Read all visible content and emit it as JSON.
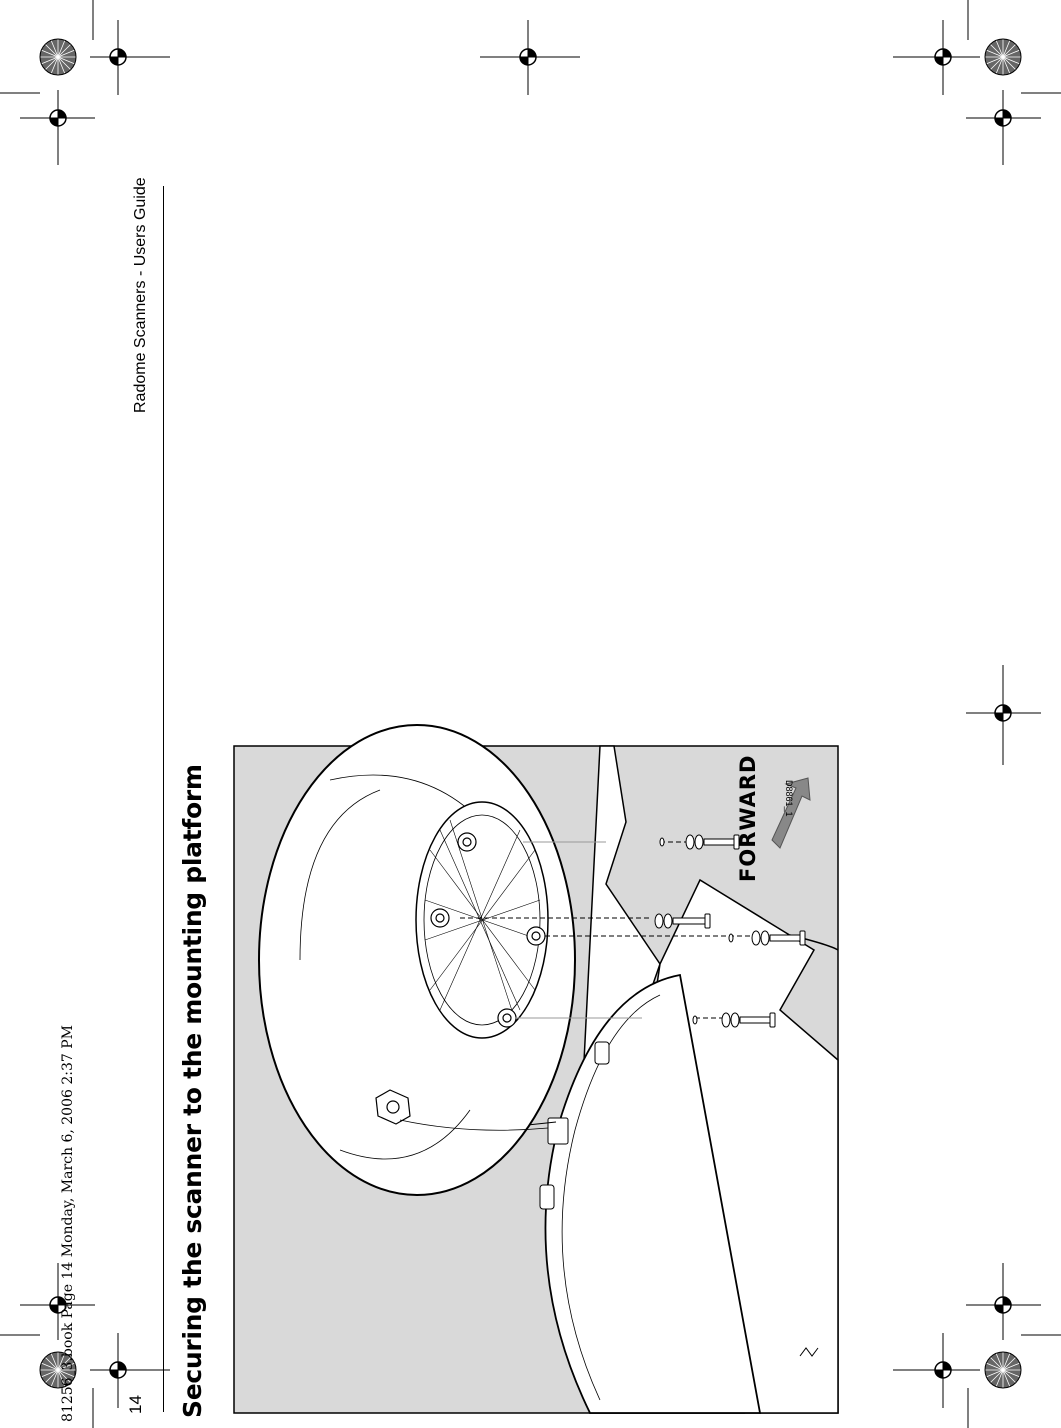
{
  "page": {
    "slug_line": "81256_3.book  Page 14  Monday, March 6, 2006  2:37 PM",
    "page_number": "14",
    "running_header": "Radome Scanners - Users Guide",
    "section_title": "Securing the scanner to the mounting platform"
  },
  "figure": {
    "id_label": "D8861_1",
    "direction_label": "FORWARD",
    "colors": {
      "background": "#d9d9d9",
      "line": "#000000",
      "fill": "#ffffff"
    }
  }
}
